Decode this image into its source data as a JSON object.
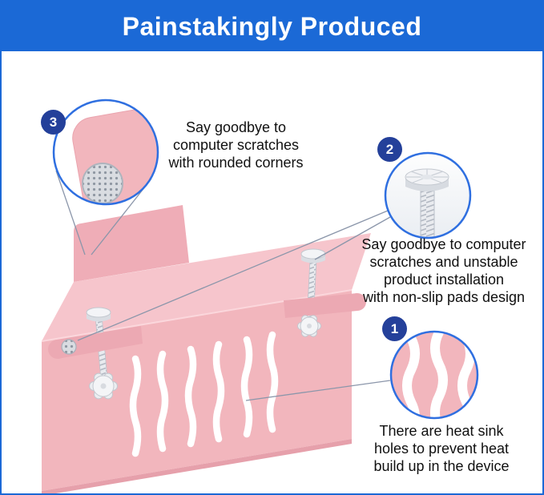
{
  "header": {
    "title": "Painstakingly Produced"
  },
  "callouts": {
    "rounded_corners": {
      "number": "3",
      "text": "Say goodbye to\ncomputer scratches\nwith rounded corners"
    },
    "non_slip_pads": {
      "number": "2",
      "text": "Say goodbye to computer\nscratches and unstable\nproduct installation\nwith non-slip pads design"
    },
    "heat_sink": {
      "number": "1",
      "text": "There are heat sink\nholes to prevent heat\nbuild up in the device"
    }
  },
  "colors": {
    "banner_blue": "#1b69d6",
    "badge_navy": "#24409a",
    "magnifier_ring_blue": "#2f6fe0",
    "product_pink": "#f2b6bd",
    "product_pink_dark": "#eca9b3",
    "connector_line_gray": "#8b96aa"
  },
  "illustration": {
    "product": "pink-under-desk-bracket",
    "parts": [
      "top-plate",
      "back-lip",
      "front-panel",
      "heat-vent-slots",
      "left-clamp-screw",
      "right-clamp-screw",
      "non-slip-pad",
      "thumb-knob"
    ]
  }
}
